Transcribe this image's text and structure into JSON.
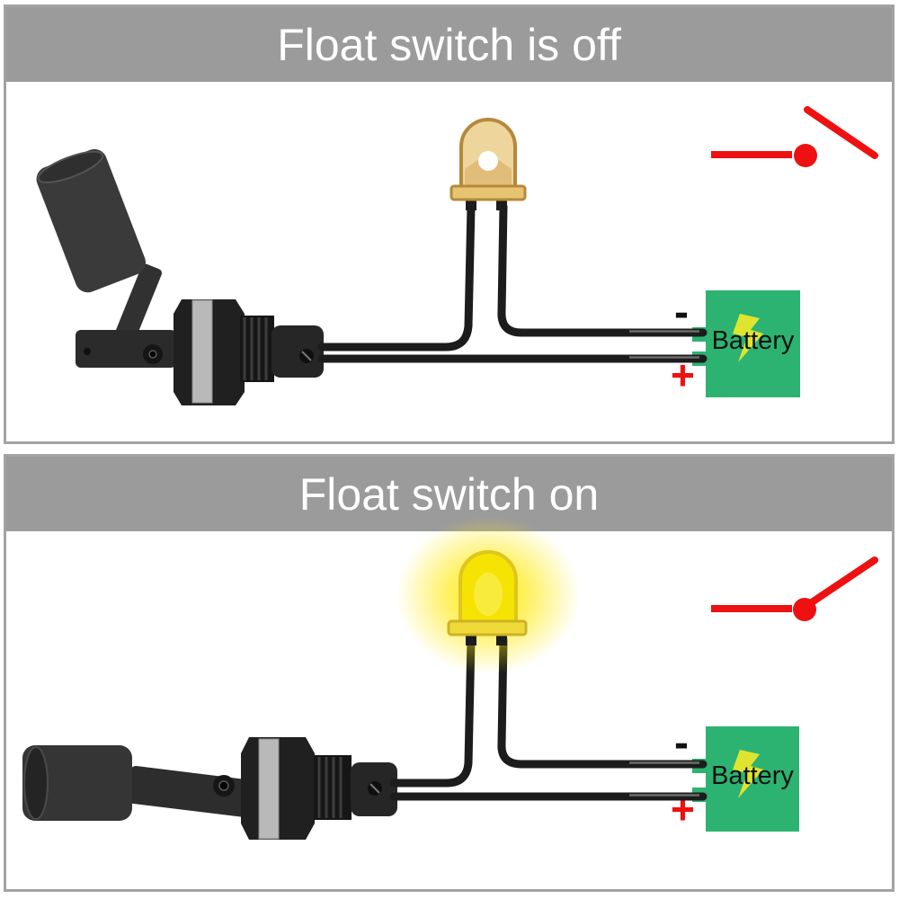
{
  "colors": {
    "header_gray": "#9b9b9b",
    "border_gray": "#a3a3a3",
    "title_white": "#ffffff",
    "battery_green": "#2db371",
    "bolt_yellow": "#dfe52e",
    "wire_black": "#1c1c1c",
    "accent_red": "#ee1111",
    "label_black": "#111111",
    "led_off_body": "#eed59c",
    "led_off_edge": "#b5893a",
    "led_on_body": "#f5e303",
    "led_on_glow": "#ffe800",
    "washer_silver": "#b9b9b9",
    "device_black": "#2b2b2b"
  },
  "panels": [
    {
      "title": "Float switch is off",
      "led_state": "off",
      "switch_state": "open",
      "battery": {
        "label": "Battery",
        "minus": "-",
        "plus": "+"
      }
    },
    {
      "title": "Float switch on",
      "led_state": "on",
      "switch_state": "closed",
      "battery": {
        "label": "Battery",
        "minus": "-",
        "plus": "+"
      }
    }
  ]
}
